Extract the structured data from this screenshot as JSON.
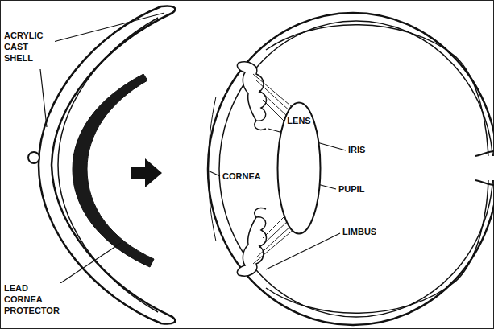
{
  "diagram": {
    "nodes": [
      {
        "text": [
          "LENS"
        ]
      }
    ],
    "labels": [
      "ACRYLIC CAST SHELL",
      "LEAD CORNEA PROTECTOR",
      "IRIS",
      "PUPIL",
      "CORNEA",
      "LIMBUS"
    ]
  }
}
